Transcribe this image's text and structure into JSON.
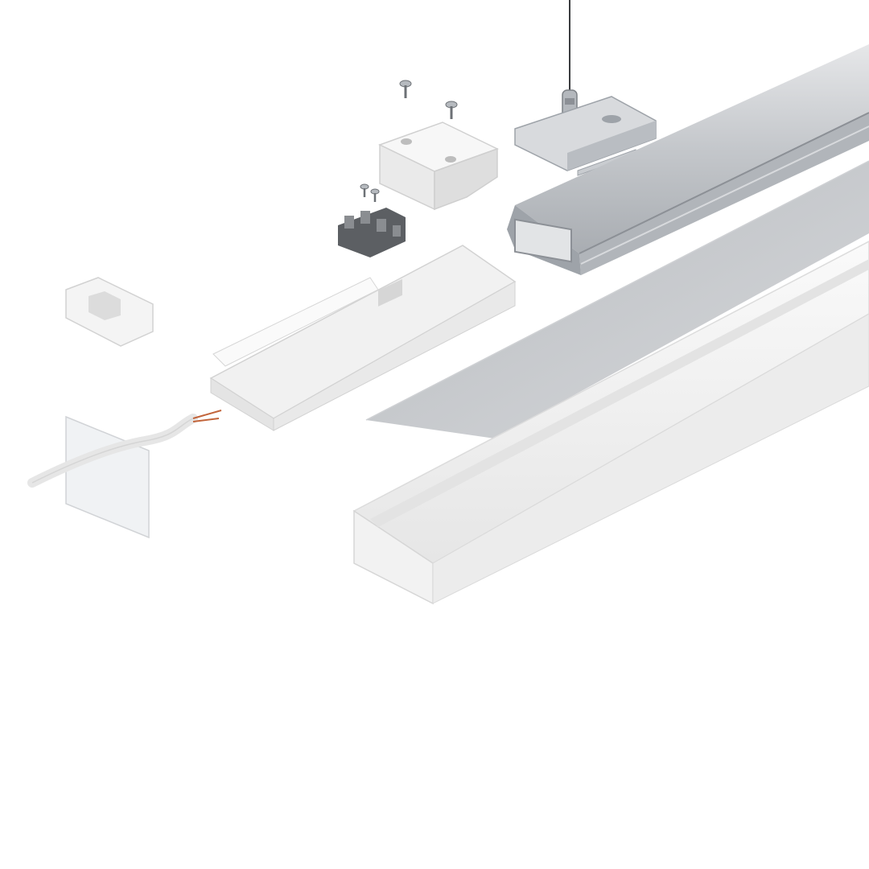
{
  "scene": {
    "background": "#ffffff",
    "subject": "exploded-led-linear-profile-assembly",
    "parts": [
      {
        "id": "suspension-cable",
        "icon": "cable-icon"
      },
      {
        "id": "mounting-clip",
        "icon": "bracket-icon"
      },
      {
        "id": "aluminum-profile",
        "icon": "profile-icon"
      },
      {
        "id": "diffuser-strip",
        "icon": "diffuser-icon"
      },
      {
        "id": "white-channel",
        "icon": "channel-icon"
      },
      {
        "id": "connector-cap",
        "icon": "cap-icon"
      },
      {
        "id": "screws",
        "icon": "screw-icon"
      },
      {
        "id": "terminal-block",
        "icon": "terminal-icon"
      },
      {
        "id": "driver-housing",
        "icon": "housing-icon"
      },
      {
        "id": "end-cap-small",
        "icon": "endcap-icon"
      },
      {
        "id": "clear-end-plate-with-cable",
        "icon": "endplate-icon"
      }
    ],
    "colors": {
      "aluminum": "#c9ccd0",
      "aluminum_dark": "#9ea3a9",
      "white_part": "#f4f4f4",
      "shadow": "#d9dbde",
      "terminal": "#5c5f63",
      "wire_red": "#c2643a"
    }
  }
}
